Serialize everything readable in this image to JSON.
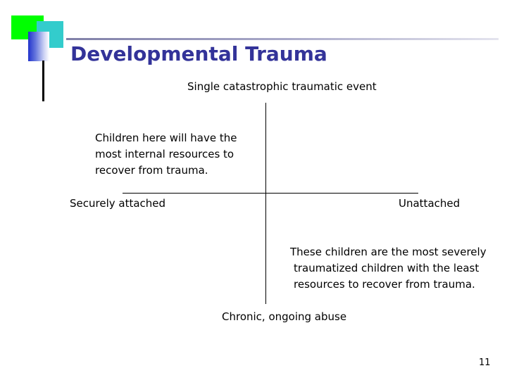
{
  "slide": {
    "title": "Developmental Trauma",
    "page_number": "11",
    "accent_colors": {
      "title": "#333399",
      "green_square": "#00ff00",
      "cyan_square": "#33cccc",
      "blue_square": "#2233cc"
    }
  },
  "diagram": {
    "axis_top": "Single catastrophic traumatic event",
    "axis_bottom": "Chronic, ongoing abuse",
    "axis_left": "Securely attached",
    "axis_right": "Unattached",
    "note_top_left": [
      "Children here will have the",
      "most internal resources to",
      "recover from trauma."
    ],
    "note_bottom_right": [
      "These children are the most severely",
      "traumatized children with the least",
      "resources to recover from trauma."
    ]
  }
}
